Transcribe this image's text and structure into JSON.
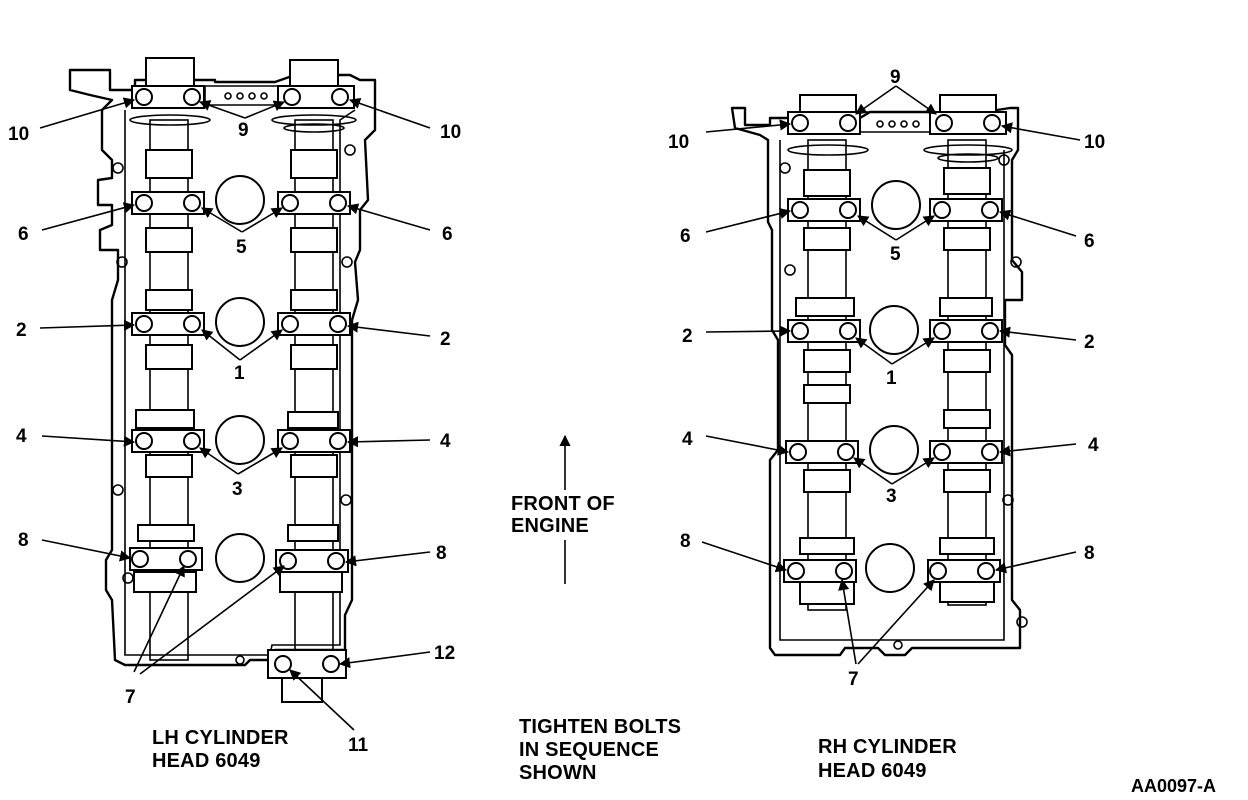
{
  "lh_head": {
    "caption_line1": "LH CYLINDER",
    "caption_line2": "HEAD 6049",
    "callouts": {
      "n10_left": "10",
      "n9": "9",
      "n10_right": "10",
      "n6_left": "6",
      "n5": "5",
      "n6_right": "6",
      "n2_left": "2",
      "n1": "1",
      "n2_right": "2",
      "n4_left": "4",
      "n3": "3",
      "n4_right": "4",
      "n8_left": "8",
      "n8_right": "8",
      "n7": "7",
      "n12": "12",
      "n11": "11"
    }
  },
  "rh_head": {
    "caption_line1": "RH CYLINDER",
    "caption_line2": "HEAD 6049",
    "callouts": {
      "n9": "9",
      "n10_left": "10",
      "n10_right": "10",
      "n6_left": "6",
      "n5": "5",
      "n6_right": "6",
      "n2_left": "2",
      "n1": "1",
      "n2_right": "2",
      "n4_left": "4",
      "n3": "3",
      "n4_right": "4",
      "n8_left": "8",
      "n8_right": "8",
      "n7": "7"
    }
  },
  "front_of_engine": {
    "line1": "FRONT OF",
    "line2": "ENGINE"
  },
  "instruction": {
    "line1": "TIGHTEN BOLTS",
    "line2": "IN SEQUENCE",
    "line3": "SHOWN"
  },
  "figure_code": "AA0097-A"
}
